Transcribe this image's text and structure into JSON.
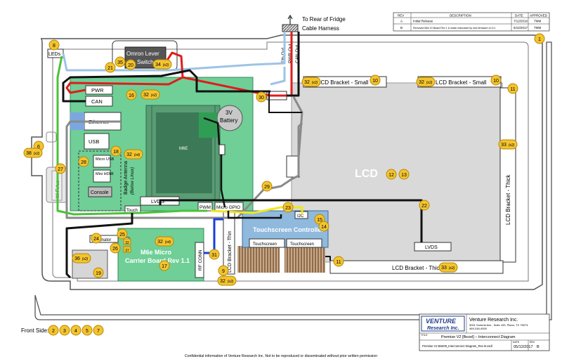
{
  "rev_table": {
    "headers": {
      "rev": "REV",
      "desc": "DESCRIPTION",
      "date": "DATE",
      "approved": "APPROVED"
    },
    "rows": [
      {
        "rev": "A",
        "desc": "Initial Release",
        "date": "7/12/2016",
        "approved": "TMM"
      },
      {
        "rev": "B",
        "desc": "Removed Mini IO Board Rev 1 & made redundant by new firmware on 5.1",
        "date": "5/12/2017",
        "approved": "TMM"
      }
    ]
  },
  "top": {
    "rear": "To Rear of Fridge",
    "harness": "Cable Harness",
    "etho": "Eth Out",
    "pwro": "PWR Out",
    "cano": "CAN Out"
  },
  "labels": {
    "leds": "LEDs",
    "omron": "Omron Lever",
    "switch": "Switch",
    "pwr": "PWR",
    "can": "CAN",
    "ethernet": "Ethernet",
    "usb": "USB",
    "micro_usb": "Micro USB",
    "mini_hdmi": "Mini HDMI",
    "console": "Console",
    "badge": "Badge Antenna",
    "below": "(Below Linux)",
    "wifi": "Wi-Fi Ant",
    "m6e": "M6E",
    "battery_3v": "3V",
    "battery": "Battery",
    "lvds": "LVDS",
    "touch": "Touch",
    "pwm": "PWM",
    "micro_gpio": "Micro GPIO",
    "terminator": "Terminator",
    "carrier_1": "M6e Micro",
    "carrier_2": "Carrier Board Rev 1.1",
    "rf_conn": "RF CONN",
    "lcd_thin": "LCD Bracket - Thin",
    "i2c": "I2C",
    "touch_ctrl": "Touchscreen Controller",
    "touchscreen_1": "Touchscreen",
    "touchscreen_2": "Touchscreen",
    "lvds_2": "LVDS",
    "lcd": "LCD",
    "bracket_small_1": "LCD Bracket - Small",
    "bracket_small_2": "LCD Bracket - Small",
    "bracket_thick_right": "LCD Bracket - Thick",
    "bracket_thick_bottom": "LCD Bracket - Thick",
    "front_side": "Front Side:"
  },
  "badges": {
    "b1": "1",
    "b6": "6",
    "b38": "38",
    "b38q": "(x2)",
    "b8": "8",
    "b27": "27",
    "b20": "20",
    "b21": "21",
    "b35": "35",
    "b34": "34",
    "b34q": "(x2)",
    "b16": "16",
    "b32a": "32",
    "b32aq": "(x2)",
    "b30": "30",
    "b28": "28",
    "b18": "18",
    "b32b": "32",
    "b32bq": "(x4)",
    "b32c": "32",
    "b32cq": "(x2)",
    "b10a": "10",
    "b32d": "32",
    "b32dq": "(x2)",
    "b10b": "10",
    "b11a": "11",
    "b33a": "33",
    "b33aq": "(x2)",
    "b12": "12",
    "b13": "13",
    "b29": "29",
    "b23": "23",
    "b22": "22",
    "b15": "15",
    "b14": "14",
    "b24": "24",
    "b25": "25",
    "b26": "26",
    "b32e": "32",
    "b36": "36",
    "b36q": "(x2)",
    "b37": "37",
    "b19": "19",
    "b32f": "32",
    "b32fq": "(x4)",
    "b17": "17",
    "b31": "31",
    "b9": "9",
    "b32g": "32",
    "b32gq": "(x2)",
    "b11b": "11",
    "b33b": "33",
    "b33bq": "(x2)",
    "f2": "2",
    "f3": "3",
    "f4": "4",
    "f5": "5",
    "f7": "7"
  },
  "title_block": {
    "company_1": "VENTURE",
    "company_2": "Research Inc.",
    "name": "Venture Research Inc.",
    "addr1": "3001 Summit Ave., Suite 100, Plano, TX 75074",
    "addr2": "469-246-4000",
    "title": "Premise V2 [Bezel] – Interconnect Diagram",
    "file": "Premise V2 B6209_Interconnect Diagram_Rev B.vsdl",
    "date": "05/12/2017",
    "rev": "B",
    "t_lbl": "TITLE",
    "d_lbl": "DATE",
    "r_lbl": "REV"
  },
  "footer": "Confidential information of Venture Research Inc. Not to be reproduced or disseminated without prior written permission",
  "colors": {
    "green_board": "#6fcf97",
    "blue_board": "#8fb9dd",
    "lcd_gray": "#d9d9d9",
    "badge": "#f4c430",
    "wire_red": "#e01b1b",
    "wire_green": "#4cc13a",
    "wire_blue": "#1a3fd6",
    "wire_yellow": "#f2e61c",
    "wire_lightblue": "#9cc3e6"
  }
}
